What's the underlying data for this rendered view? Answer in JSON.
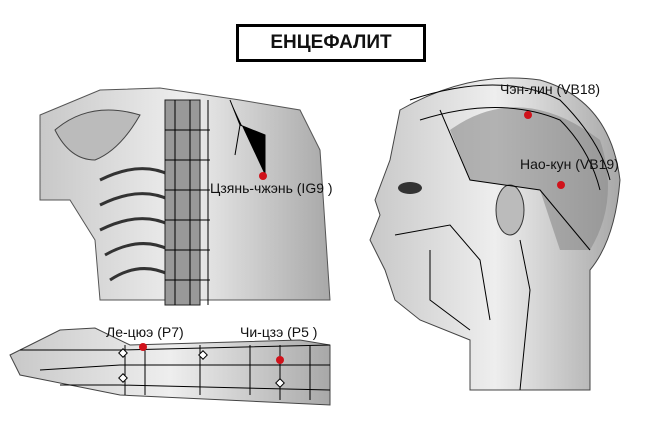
{
  "title": "ЕНЦЕФАЛИТ",
  "points": [
    {
      "name": "Цзянь-чжэнь (IG9 )",
      "region": "shoulder"
    },
    {
      "name": "Чэн-лин (VB18)",
      "region": "head"
    },
    {
      "name": "Нао-кун (VB19)",
      "region": "head"
    },
    {
      "name": "Ле-цюэ (P7)",
      "region": "forearm"
    },
    {
      "name": "Чи-цзэ (P5 )",
      "region": "forearm"
    }
  ],
  "colors": {
    "point": "#d0121b",
    "node": "#ffffff",
    "line": "#000000"
  }
}
